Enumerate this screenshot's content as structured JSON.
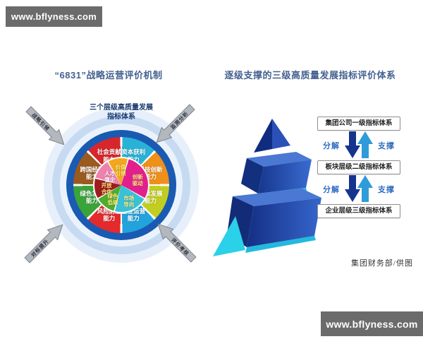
{
  "watermarks": {
    "text": "www.bflyness.com"
  },
  "colors": {
    "decompose_arrow": "#16348f",
    "support_arrow": "#2f9cd9",
    "dark_ring": "#1a5ab2",
    "title_text": "#44608f"
  },
  "left_panel": {
    "title": "“6831”战略运营评价机制",
    "wheel": {
      "top_label": {
        "line1": "三个层级高质量发展",
        "line2": "指标体系"
      },
      "outer_segments": [
        {
          "label": "资本获利能力",
          "color": "#29b2d8",
          "span": 45
        },
        {
          "label": "科技创新能力",
          "color": "#ef9019",
          "span": 45
        },
        {
          "label": "持续发展能力",
          "color": "#c2ce1f",
          "span": 45
        },
        {
          "label": "企业运营能力",
          "color": "#22a3dc",
          "span": 45
        },
        {
          "label": "风险防控能力",
          "color": "#e42a2c",
          "span": 45
        },
        {
          "label": "绿色发展能力",
          "color": "#3aa43b",
          "span": 45
        },
        {
          "label": "跨国经营能力",
          "color": "#9a5a20",
          "span": 45
        },
        {
          "label": "社会贡献能力",
          "color": "#d8262c",
          "span": 45
        }
      ],
      "inner_from": 330,
      "inner_segments": [
        {
          "label": "价值引领",
          "color": "#f3a61e",
          "text_color": "#ffe87f",
          "span": 45
        },
        {
          "label": "创新驱动",
          "color": "#e2208d",
          "text_color": "#ffe87f",
          "span": 105
        },
        {
          "label": "市场导向",
          "color": "#38c2d8",
          "text_color": "#ffe87f",
          "span": 75
        },
        {
          "label": "绿色低碳",
          "color": "#4ead2e",
          "text_color": "#ffe87f",
          "span": 45
        },
        {
          "label": "开放合作",
          "color": "#9e1c1f",
          "text_color": "#ffe87f",
          "span": 45
        },
        {
          "label": "人才强企",
          "color": "#ee82ae",
          "text_color": "#ffffff",
          "span": 45
        }
      ],
      "arrows": [
        {
          "label": "战略引领"
        },
        {
          "label": "监测分析"
        },
        {
          "label": "对标提升"
        },
        {
          "label": "评价考核"
        }
      ]
    }
  },
  "right_panel": {
    "title": "逐级支撑的三级高质量发展指标评价体系",
    "ladder": {
      "levels": [
        {
          "label": "集团公司一级指标体系"
        },
        {
          "label": "板块层级二级指标体系"
        },
        {
          "label": "企业层级三级指标体系"
        }
      ],
      "decompose_label": "分解",
      "support_label": "支撑"
    },
    "caption": "集团财务部/供图"
  }
}
